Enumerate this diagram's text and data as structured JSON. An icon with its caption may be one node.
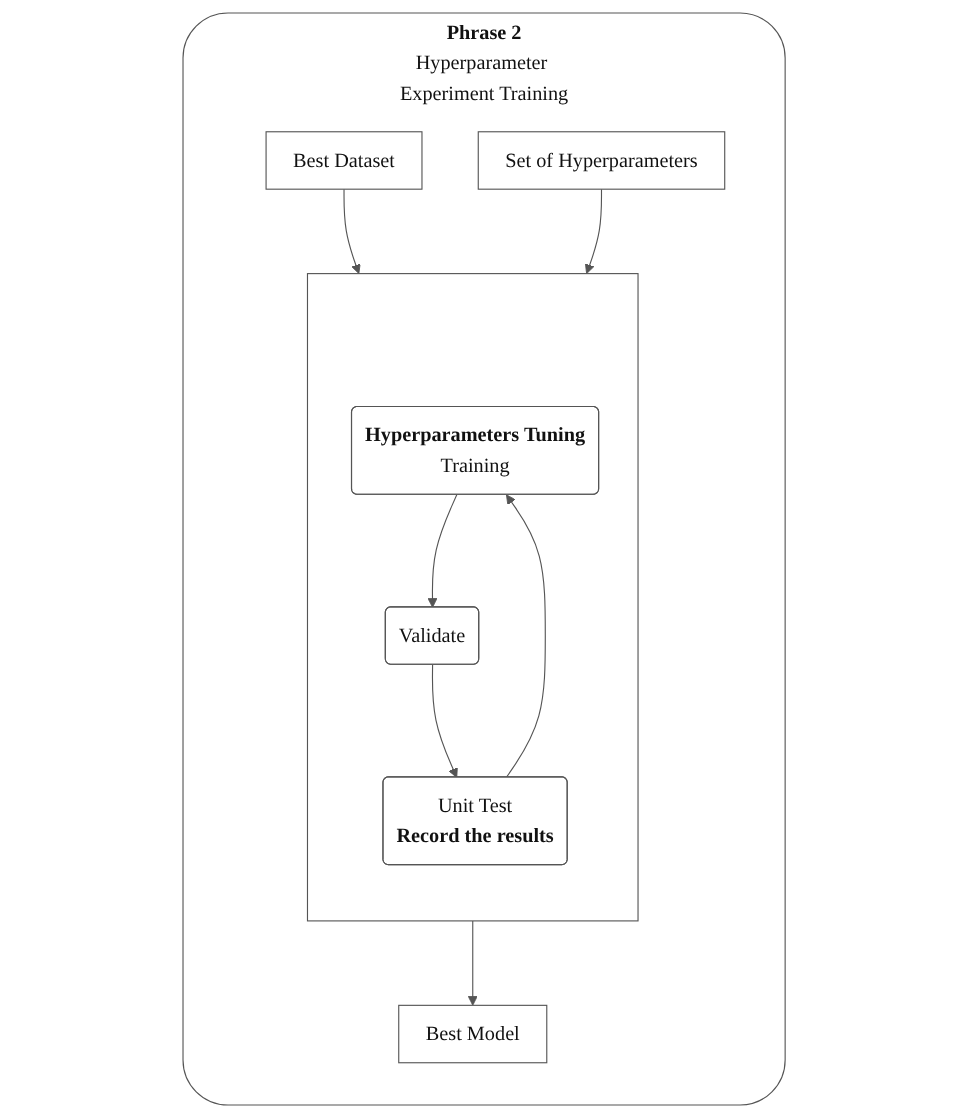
{
  "diagram": {
    "nodes": [
      {
        "text": [
          "Phrase 2",
          "Hyperparameter Experiment Training"
        ]
      },
      {
        "text": [
          "Best Dataset"
        ],
        "in": 0
      },
      {
        "text": [
          "Set of Hyperparameters"
        ],
        "in": 0
      },
      {
        "text": [],
        "shape": "box",
        "in": 0
      },
      {
        "text": [
          "Hyperparameters Tuning",
          "Training"
        ],
        "in": 3
      },
      {
        "text": [
          "Validate"
        ],
        "in": 3
      },
      {
        "text": [
          "Unit Test",
          "Record the results"
        ],
        "in": 3
      },
      {
        "text": [
          "Best Model"
        ],
        "in": 0
      }
    ],
    "edges": [
      {
        "from": 1,
        "to": 3,
        "arrow": "to"
      },
      {
        "from": 2,
        "to": 3,
        "arrow": "to"
      },
      {
        "from": 4,
        "to": 5,
        "arrow": "to"
      },
      {
        "from": 5,
        "to": 6,
        "arrow": "to"
      },
      {
        "from": 6,
        "to": 4,
        "arrow": "to"
      },
      {
        "from": 3,
        "to": 7,
        "arrow": "to"
      }
    ]
  }
}
